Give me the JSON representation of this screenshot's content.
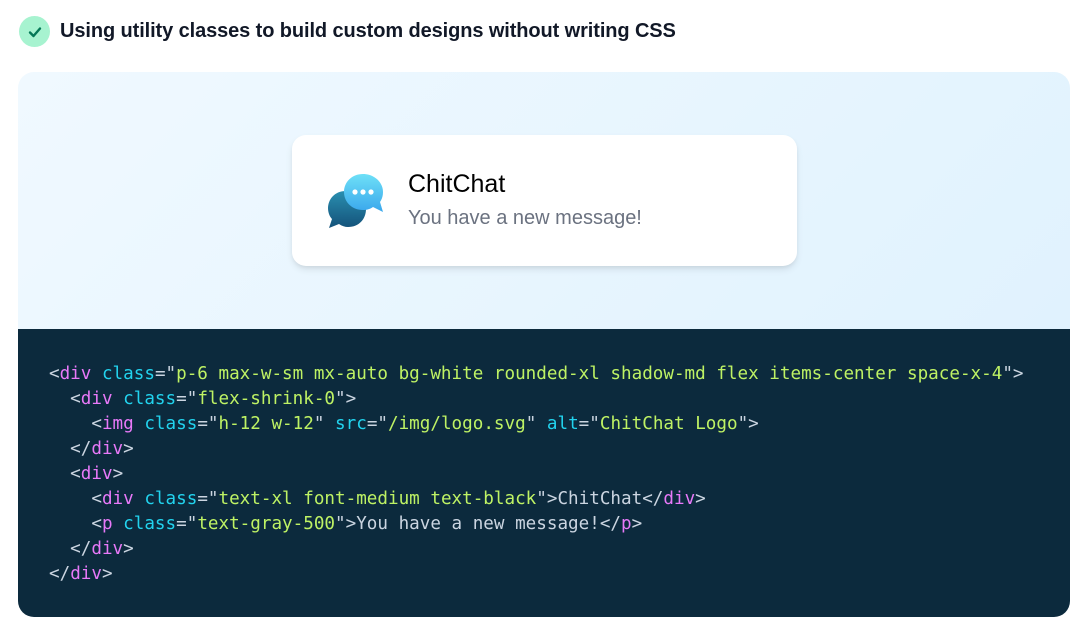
{
  "heading": {
    "icon": "check-icon",
    "text": "Using utility classes to build custom designs without writing CSS"
  },
  "preview": {
    "card": {
      "logo_icon": "chat-bubbles-logo-icon",
      "title": "ChitChat",
      "subtitle": "You have a new message!"
    }
  },
  "code": {
    "lines": [
      [
        {
          "k": "p",
          "v": "<"
        },
        {
          "k": "t",
          "v": "div"
        },
        {
          "k": "p",
          "v": " "
        },
        {
          "k": "a",
          "v": "class"
        },
        {
          "k": "p",
          "v": "=\""
        },
        {
          "k": "s",
          "v": "p-6 max-w-sm mx-auto bg-white rounded-xl shadow-md flex items-center space-x-4"
        },
        {
          "k": "p",
          "v": "\">"
        }
      ],
      [
        {
          "k": "p",
          "v": "  <"
        },
        {
          "k": "t",
          "v": "div"
        },
        {
          "k": "p",
          "v": " "
        },
        {
          "k": "a",
          "v": "class"
        },
        {
          "k": "p",
          "v": "=\""
        },
        {
          "k": "s",
          "v": "flex-shrink-0"
        },
        {
          "k": "p",
          "v": "\">"
        }
      ],
      [
        {
          "k": "p",
          "v": "    <"
        },
        {
          "k": "t",
          "v": "img"
        },
        {
          "k": "p",
          "v": " "
        },
        {
          "k": "a",
          "v": "class"
        },
        {
          "k": "p",
          "v": "=\""
        },
        {
          "k": "s",
          "v": "h-12 w-12"
        },
        {
          "k": "p",
          "v": "\" "
        },
        {
          "k": "a",
          "v": "src"
        },
        {
          "k": "p",
          "v": "=\""
        },
        {
          "k": "s",
          "v": "/img/logo.svg"
        },
        {
          "k": "p",
          "v": "\" "
        },
        {
          "k": "a",
          "v": "alt"
        },
        {
          "k": "p",
          "v": "=\""
        },
        {
          "k": "s",
          "v": "ChitChat Logo"
        },
        {
          "k": "p",
          "v": "\">"
        }
      ],
      [
        {
          "k": "p",
          "v": "  </"
        },
        {
          "k": "t",
          "v": "div"
        },
        {
          "k": "p",
          "v": ">"
        }
      ],
      [
        {
          "k": "p",
          "v": "  <"
        },
        {
          "k": "t",
          "v": "div"
        },
        {
          "k": "p",
          "v": ">"
        }
      ],
      [
        {
          "k": "p",
          "v": "    <"
        },
        {
          "k": "t",
          "v": "div"
        },
        {
          "k": "p",
          "v": " "
        },
        {
          "k": "a",
          "v": "class"
        },
        {
          "k": "p",
          "v": "=\""
        },
        {
          "k": "s",
          "v": "text-xl font-medium text-black"
        },
        {
          "k": "p",
          "v": "\">ChitChat</"
        },
        {
          "k": "t",
          "v": "div"
        },
        {
          "k": "p",
          "v": ">"
        }
      ],
      [
        {
          "k": "p",
          "v": "    <"
        },
        {
          "k": "t",
          "v": "p"
        },
        {
          "k": "p",
          "v": " "
        },
        {
          "k": "a",
          "v": "class"
        },
        {
          "k": "p",
          "v": "=\""
        },
        {
          "k": "s",
          "v": "text-gray-500"
        },
        {
          "k": "p",
          "v": "\">You have a new message!</"
        },
        {
          "k": "t",
          "v": "p"
        },
        {
          "k": "p",
          "v": ">"
        }
      ],
      [
        {
          "k": "p",
          "v": "  </"
        },
        {
          "k": "t",
          "v": "div"
        },
        {
          "k": "p",
          "v": ">"
        }
      ],
      [
        {
          "k": "p",
          "v": "</"
        },
        {
          "k": "t",
          "v": "div"
        },
        {
          "k": "p",
          "v": ">"
        }
      ]
    ]
  },
  "colors": {
    "check_bg": "#a7f3d0",
    "check_stroke": "#047857",
    "code_bg": "#0c2a3d",
    "tag": "#e879f9",
    "attr": "#22d3ee",
    "string": "#bef264",
    "punct": "#cbd5e1"
  }
}
